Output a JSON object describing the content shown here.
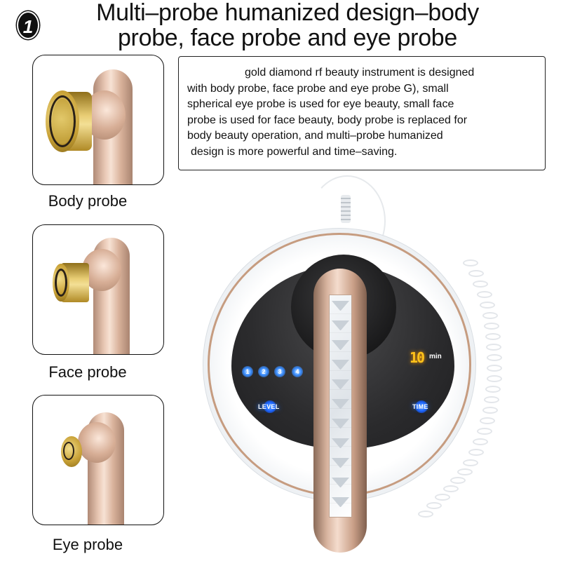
{
  "badge": {
    "number": "1"
  },
  "headline": {
    "line1": "Multi–probe humanized design–body",
    "line2": "probe, face probe and eye probe"
  },
  "description": {
    "lines": [
      "gold diamond rf beauty instrument is designed",
      "with body probe, face probe and eye probe G), small",
      "spherical eye probe is used for eye beauty, small face",
      "probe is used for face beauty, body probe is replaced for",
      "body beauty operation, and multi–probe humanized",
      "design is more powerful and time–saving."
    ]
  },
  "probes": [
    {
      "label": "Body probe",
      "icon": "body-probe-image"
    },
    {
      "label": "Face probe",
      "icon": "face-probe-image"
    },
    {
      "label": "Eye probe",
      "icon": "eye-probe-image"
    }
  ],
  "device": {
    "level_leds": [
      "1",
      "2",
      "3",
      "4"
    ],
    "level_button": "LEVEL",
    "time_button": "TIME",
    "timer_value": "10",
    "timer_unit": "min",
    "colors": {
      "rose_gold": "#d7b39e",
      "panel_black": "#2b2b2d",
      "led_blue": "#3a8dff",
      "timer_amber": "#ffc21a",
      "gold_tip": "#c9a237"
    }
  }
}
